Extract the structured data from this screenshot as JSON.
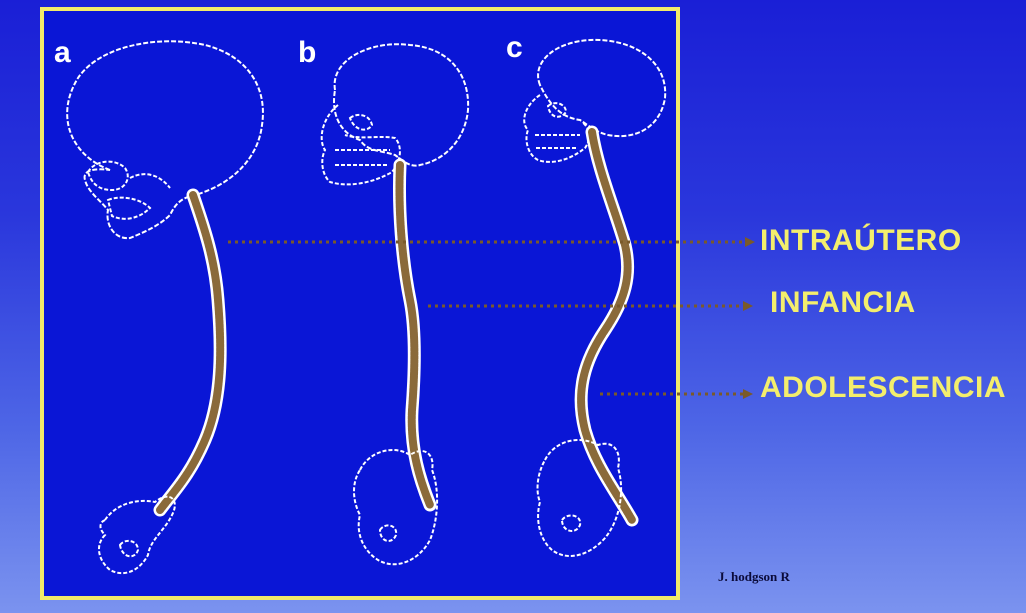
{
  "panels": {
    "a": "a",
    "b": "b",
    "c": "c"
  },
  "stages": {
    "intrautero": "INTRAÚTERO",
    "infancia": "INFANCIA",
    "adolescencia": "ADOLESCENCIA"
  },
  "credit": "J. hodgson R",
  "colors": {
    "background": "#2a37dc",
    "panel_background": "#0a16d6",
    "frame_border": "#f2ea6a",
    "label_text": "#f4ee6c",
    "outline": "#ffffff",
    "spine": "#8a6a3a",
    "leader_line": "#7a5a2a"
  }
}
